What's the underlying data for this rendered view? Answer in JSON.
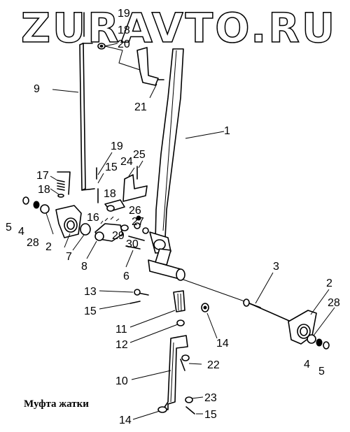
{
  "watermark": "ZURAVTO.RU",
  "caption": "Муфта жатки",
  "callouts": {
    "c1": "1",
    "c2a": "2",
    "c2b": "2",
    "c3": "3",
    "c4a": "4",
    "c4b": "4",
    "c5a": "5",
    "c5b": "5",
    "c6": "6",
    "c7": "7",
    "c8": "8",
    "c9": "9",
    "c10": "10",
    "c11": "11",
    "c12": "12",
    "c13": "13",
    "c14a": "14",
    "c14b": "14",
    "c15a": "15",
    "c15b": "15",
    "c15c": "15",
    "c16": "16",
    "c17": "17",
    "c18a": "18",
    "c18b": "18",
    "c18c": "18",
    "c19a": "19",
    "c19b": "19",
    "c20": "20",
    "c21": "21",
    "c22": "22",
    "c23": "23",
    "c24": "24",
    "c25": "25",
    "c26": "26",
    "c27": "27",
    "c28a": "28",
    "c28b": "28",
    "c29": "29",
    "c30": "30"
  }
}
